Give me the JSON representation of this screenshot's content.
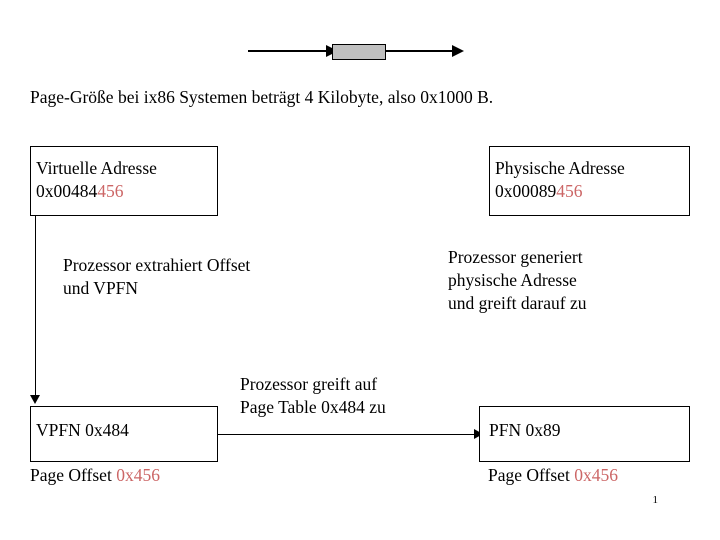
{
  "headline": "Page-Größe bei ix86 Systemen beträgt 4 Kilobyte, also 0x1000 B.",
  "boxes": {
    "virtual_address": {
      "line1": "Virtuelle Adresse",
      "line2_prefix": "0x00484",
      "line2_suffix": "456"
    },
    "physical_address": {
      "line1": "Physische Adresse",
      "line2_prefix": "0x00089",
      "line2_suffix": "456"
    },
    "vpfn": {
      "line1": "VPFN 0x484",
      "line2_prefix": "Page Offset ",
      "line2_suffix": "0x456"
    },
    "pfn": {
      "line1": "PFN 0x89",
      "line2_prefix": "Page Offset ",
      "line2_suffix": "0x456"
    }
  },
  "labels": {
    "extract": {
      "line1": "Prozessor extrahiert Offset",
      "line2": "und VPFN"
    },
    "generate": {
      "line1": "Prozessor generiert",
      "line2": "physische Adresse",
      "line3": "und greift darauf zu"
    },
    "page_table": {
      "line1": "Prozessor greift auf",
      "line2": "Page Table 0x484 zu"
    }
  },
  "page_number": "1",
  "colors": {
    "accent_red": "#cc6666",
    "block_gray": "#c0c0c0",
    "line_black": "#000000"
  }
}
